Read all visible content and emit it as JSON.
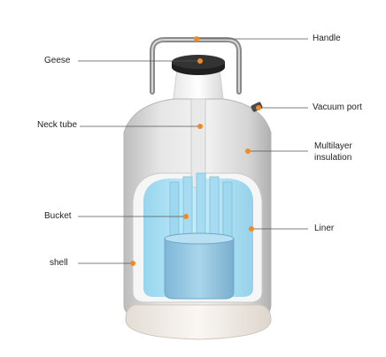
{
  "labels": {
    "handle": "Handle",
    "geese": "Geese",
    "vacuum_port": "Vacuum port",
    "neck_tube": "Neck tube",
    "multilayer_line1": "Multilayer",
    "multilayer_line2": "insulation",
    "bucket": "Bucket",
    "liner": "Liner",
    "shell": "shell"
  },
  "colors": {
    "leader_line": "#555555",
    "marker": "#f08a24",
    "liquid": "#aee3f5",
    "shell": "#d9d9d9",
    "cap": "#1f1f1f"
  }
}
